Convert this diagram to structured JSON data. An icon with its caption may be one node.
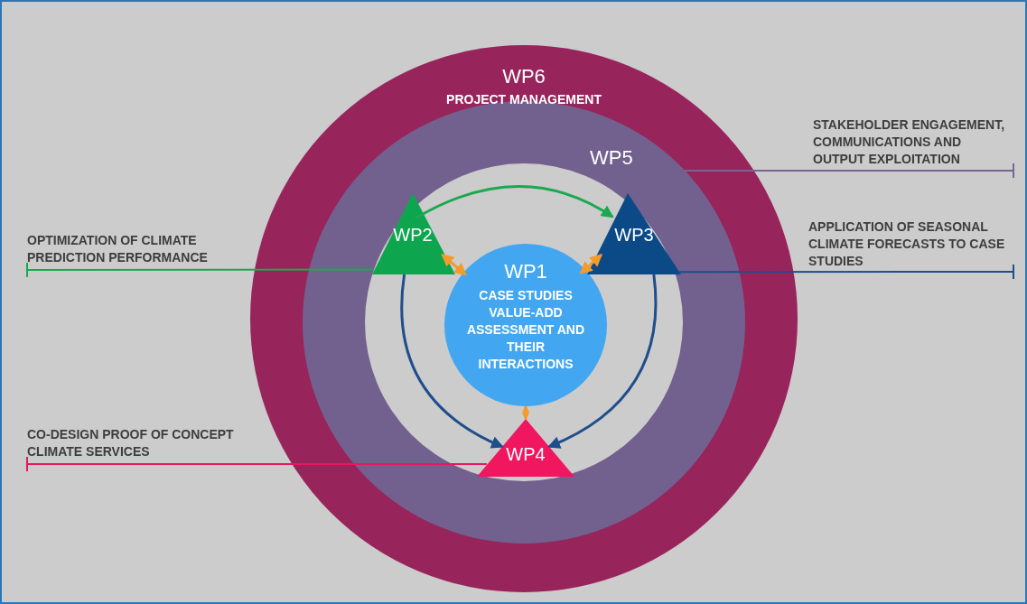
{
  "diagram": {
    "nodes": [
      {
        "text": [
          "WP6",
          "PROJECT MANAGEMENT"
        ]
      },
      {
        "text": [
          "WP5"
        ],
        "in": 0
      },
      {
        "text": [
          "WP2"
        ],
        "in": 1
      },
      {
        "text": [
          "WP1",
          "CASE STUDIES VALUE-ADD ASSESSMENT AND THEIR INTERACTIONS"
        ],
        "in": 1
      },
      {
        "text": [
          "WP3"
        ],
        "in": 1
      },
      {
        "text": [
          "WP4"
        ],
        "in": 1
      },
      {
        "text": [
          "STAKEHOLDER ENGAGEMENT, COMMUNICATIONS AND OUTPUT EXPLOITATION"
        ]
      },
      {
        "text": [
          "OPTIMIZATION OF CLIMATE PREDICTION PERFORMANCE"
        ]
      },
      {
        "text": [
          "APPLICATION OF SEASONAL CLIMATE FORECASTS TO CASE STUDIES"
        ]
      },
      {
        "text": [
          "CO-DESIGN PROOF OF CONCEPT CLIMATE SERVICES"
        ]
      }
    ],
    "edges": [
      {
        "from": 2,
        "to": 4,
        "arrow": "to",
        "color": "#1aa850"
      },
      {
        "from": 4,
        "to": 5,
        "arrow": "to",
        "color": "#1f4e8c"
      },
      {
        "from": 2,
        "to": 5,
        "arrow": "to",
        "color": "#1f4e8c"
      },
      {
        "from": 2,
        "to": 3,
        "arrow": "both",
        "color": "#f39a2b"
      },
      {
        "from": 4,
        "to": 3,
        "arrow": "both",
        "color": "#f39a2b"
      },
      {
        "from": 5,
        "to": 3,
        "arrow": "both",
        "color": "#f39a2b"
      },
      {
        "from": 6,
        "to": 1,
        "arrow": "other",
        "color": "#7a6496"
      },
      {
        "from": 7,
        "to": 2,
        "arrow": "other",
        "color": "#1aa850"
      },
      {
        "from": 8,
        "to": 4,
        "arrow": "other",
        "color": "#1f4e8c"
      },
      {
        "from": 9,
        "to": 5,
        "arrow": "other",
        "color": "#e8185f"
      }
    ]
  }
}
